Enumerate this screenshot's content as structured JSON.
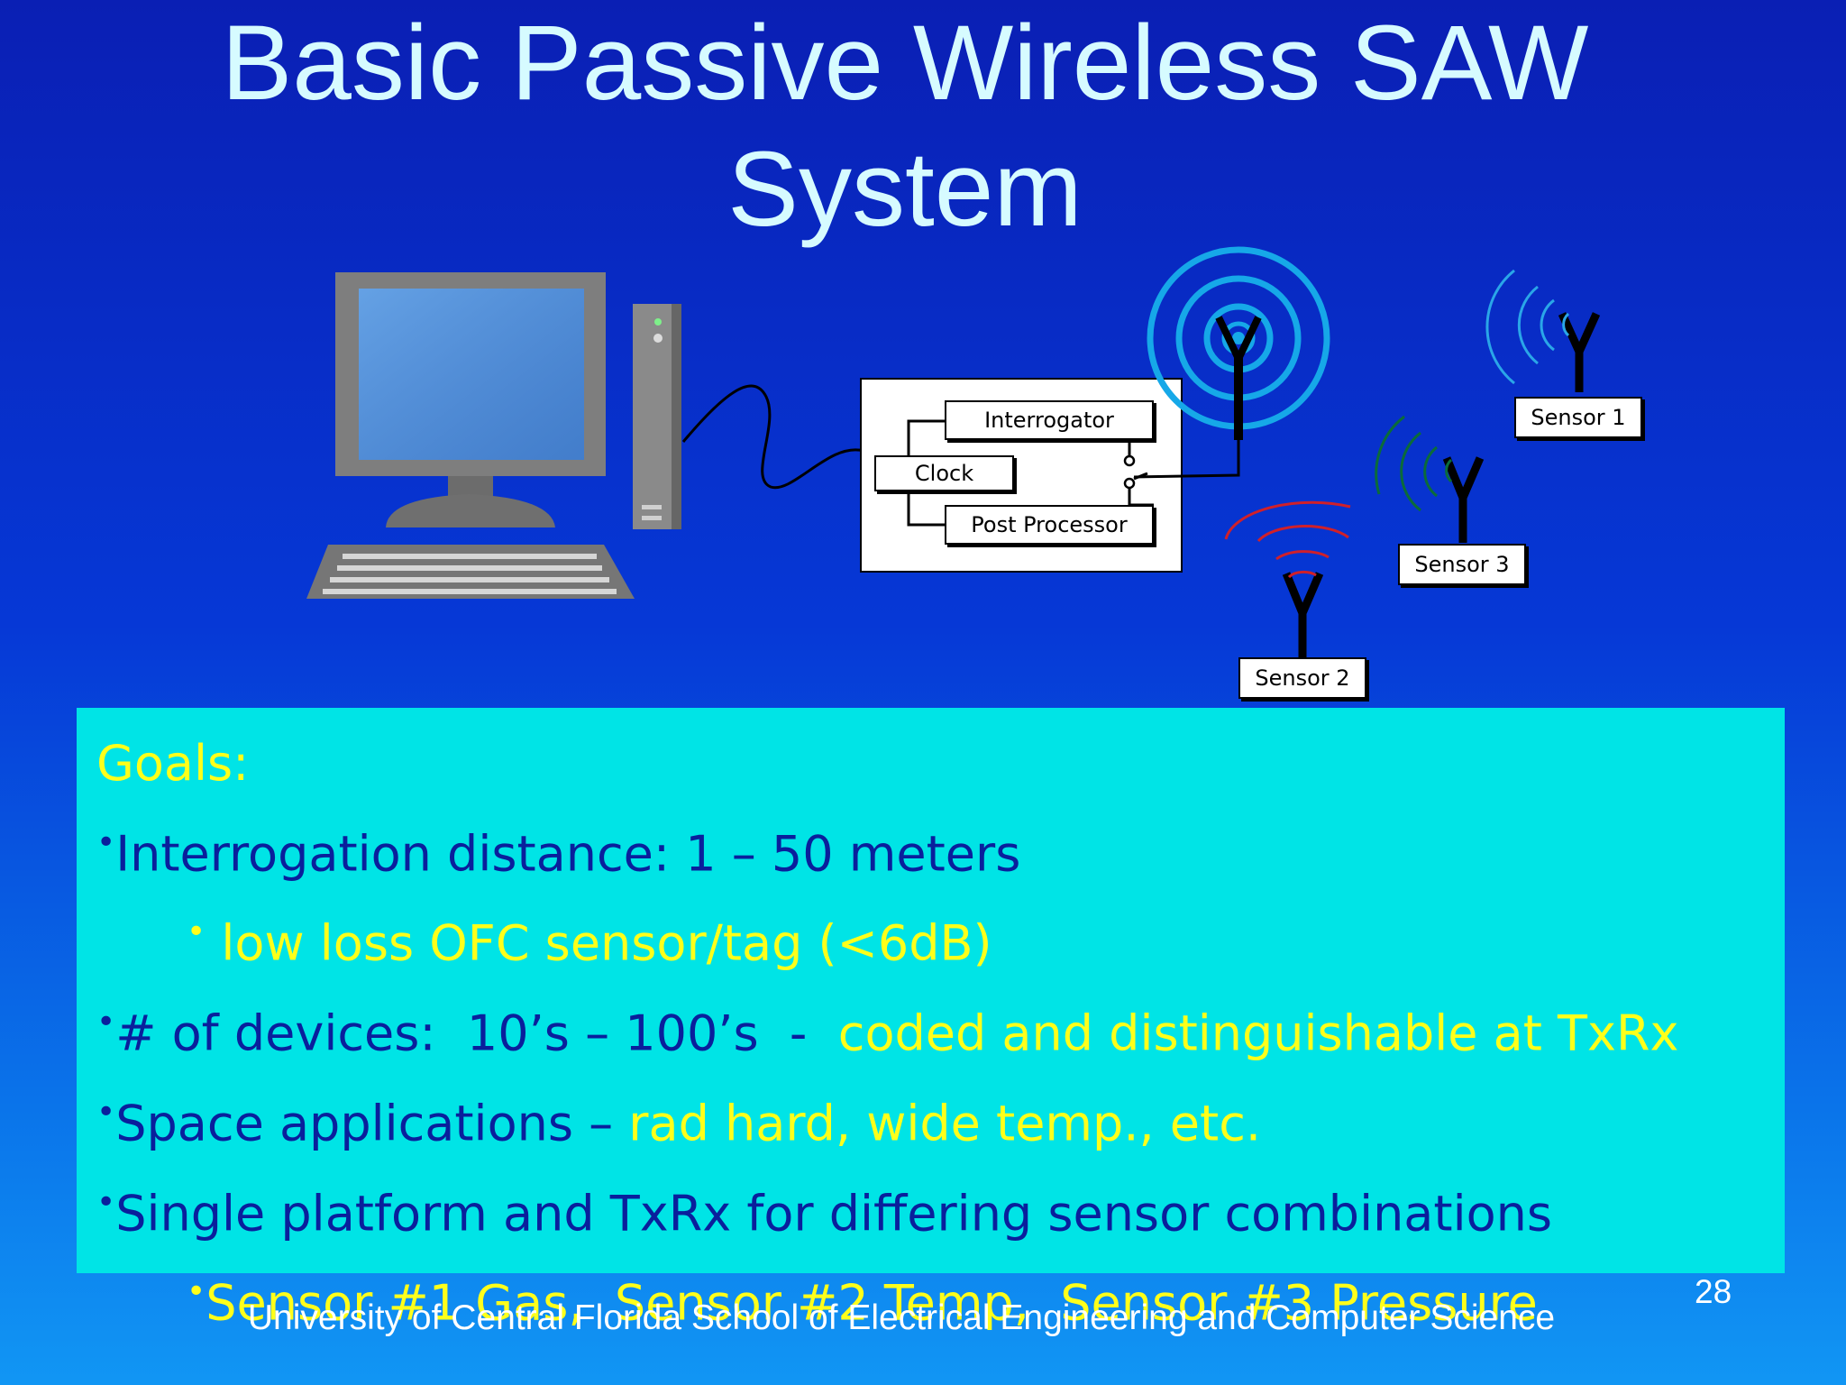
{
  "slide": {
    "title_line1": "Basic Passive Wireless SAW",
    "title_line2": "System",
    "page_number": "28",
    "footer": "University of Central Florida School of Electrical Engineering and Computer Science"
  },
  "diagram": {
    "interrogator_label": "Interrogator",
    "clock_label": "Clock",
    "post_processor_label": "Post Processor",
    "sensors": [
      {
        "label": "Sensor 1",
        "signal_color": "#2aa6e8"
      },
      {
        "label": "Sensor 2",
        "signal_color": "#d0202a"
      },
      {
        "label": "Sensor 3",
        "signal_color": "#0b6b3a"
      }
    ],
    "icons": [
      "computer-monitor-icon",
      "computer-tower-icon",
      "keyboard-icon",
      "antenna-icon"
    ]
  },
  "goals": {
    "heading": "Goals:",
    "items": [
      {
        "bullet": "•",
        "text": "Interrogation distance: 1 – 50 meters",
        "highlight": ""
      },
      {
        "bullet": "•",
        "text": "low loss OFC sensor/tag (<6dB)",
        "highlight": ""
      },
      {
        "bullet": "•",
        "text": "# of devices:  10’s – 100’s  -  ",
        "highlight": "coded and distinguishable at TxRx"
      },
      {
        "bullet": "•",
        "text": "Space applications – ",
        "highlight": "rad hard, wide temp., etc."
      },
      {
        "bullet": "•",
        "text": "Single platform and TxRx for differing sensor combinations",
        "highlight": ""
      },
      {
        "bullet": "•",
        "text": "Sensor #1 Gas,  Sensor #2 Temp,  Sensor #3 Pressure",
        "highlight": ""
      }
    ]
  },
  "colors": {
    "title": "#d6fbff",
    "goals_background": "#00e4e6",
    "goals_text": "#0a1f9c",
    "goals_highlight": "#ffff1a"
  }
}
